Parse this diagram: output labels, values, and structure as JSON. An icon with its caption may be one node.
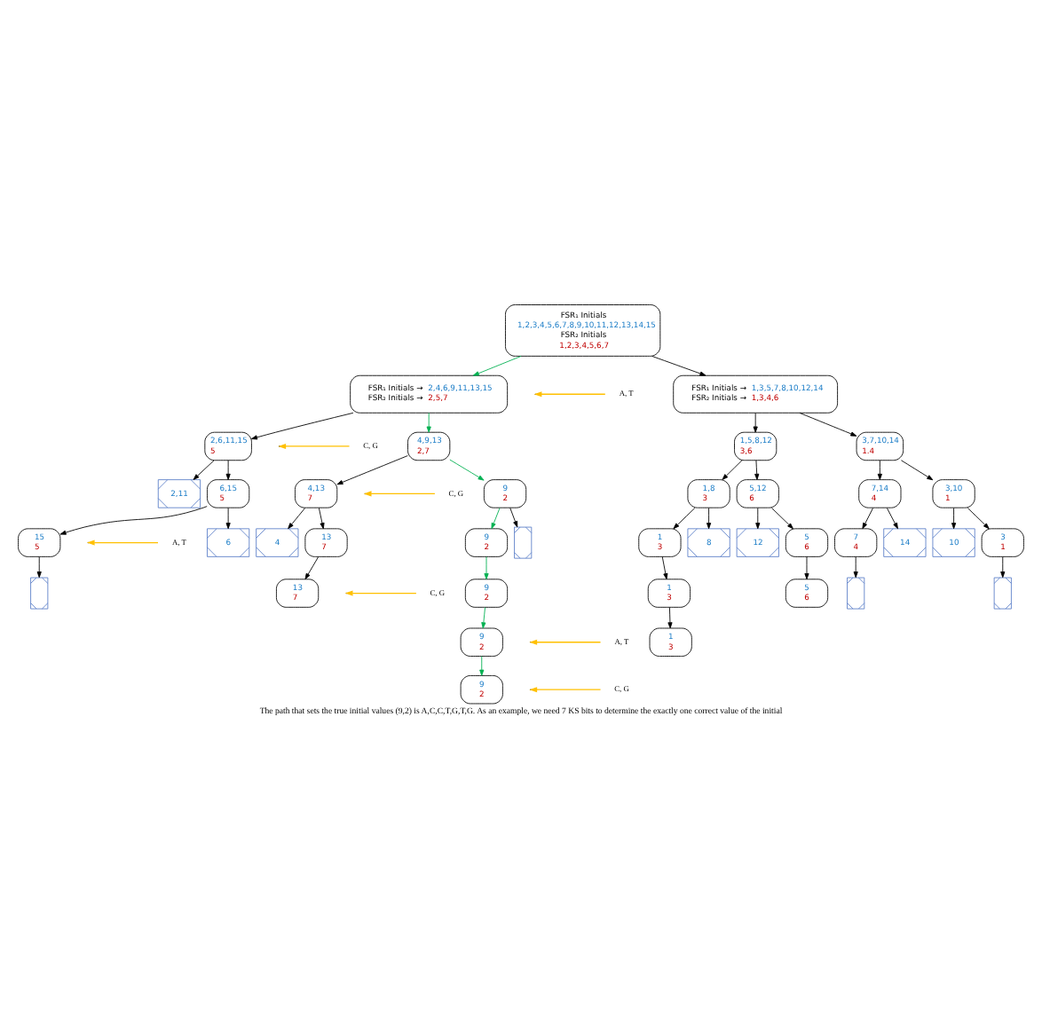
{
  "diagram": {
    "caption": "The path that sets the true initial values (9,2) is A,C,C,T,G,T,G. As an example, we need 7 KS bits to determine the exactly one correct value of the initial",
    "nodes": [
      {
        "text": [
          "FSR₁ Initials",
          "1,2,3,4,5,6,7,8,9,10,11,12,13,14,15",
          "FSR₂ Initials",
          "1,2,3,4,5,6,7"
        ]
      },
      {
        "text": [
          "FSR₁ Initials →",
          "2,4,6,9,11,13,15",
          "FSR₂ Initials →",
          "2,5,7"
        ]
      },
      {
        "text": [
          "FSR₁ Initials →",
          "1,3,5,7,8,10,12,14",
          "FSR₂ Initials →",
          "1,3,4,6"
        ]
      },
      {
        "text": [
          "2,6,11,15",
          "5"
        ]
      },
      {
        "text": [
          "4,9,13",
          "2,7"
        ]
      },
      {
        "text": [
          "1,5,8,12",
          "3,6"
        ]
      },
      {
        "text": [
          "3,7,10,14",
          "1.4"
        ]
      },
      {
        "text": [
          "2,11"
        ]
      },
      {
        "text": [
          "6,15",
          "5"
        ]
      },
      {
        "text": [
          "4,13",
          "7"
        ]
      },
      {
        "text": [
          "9",
          "2"
        ]
      },
      {
        "text": [
          "1,8",
          "3"
        ]
      },
      {
        "text": [
          "5,12",
          "6"
        ]
      },
      {
        "text": [
          "7,14",
          "4"
        ]
      },
      {
        "text": [
          "3,10",
          "1"
        ]
      },
      {
        "text": [
          "15",
          "5"
        ]
      },
      {
        "text": [
          "6"
        ]
      },
      {
        "text": [
          "4"
        ]
      },
      {
        "text": [
          "13",
          "7"
        ]
      },
      {
        "text": [
          "9",
          "2"
        ]
      },
      {
        "text": [],
        "shape": "box"
      },
      {
        "text": [
          "1",
          "3"
        ]
      },
      {
        "text": [
          "8"
        ]
      },
      {
        "text": [
          "12"
        ]
      },
      {
        "text": [
          "5",
          "6"
        ]
      },
      {
        "text": [
          "7",
          "4"
        ]
      },
      {
        "text": [
          "14"
        ]
      },
      {
        "text": [
          "10"
        ]
      },
      {
        "text": [
          "3",
          "1"
        ]
      },
      {
        "text": [],
        "shape": "box"
      },
      {
        "text": [
          "13",
          "7"
        ]
      },
      {
        "text": [
          "9",
          "2"
        ]
      },
      {
        "text": [
          "1",
          "3"
        ]
      },
      {
        "text": [
          "5",
          "6"
        ]
      },
      {
        "text": [],
        "shape": "box"
      },
      {
        "text": [],
        "shape": "box"
      },
      {
        "text": [
          "9",
          "2"
        ]
      },
      {
        "text": [
          "1",
          "3"
        ]
      },
      {
        "text": [
          "9",
          "2"
        ]
      },
      {
        "text": [
          "A, T"
        ]
      },
      {
        "text": [
          "C, G"
        ]
      },
      {
        "text": [
          "C, G"
        ]
      },
      {
        "text": [
          "A, T"
        ]
      },
      {
        "text": [
          "C, G"
        ]
      },
      {
        "text": [
          "A, T"
        ]
      },
      {
        "text": [
          "C, G"
        ]
      }
    ],
    "edges": [
      {
        "from": 0,
        "to": 1,
        "arrow": "to",
        "color": "#00b050"
      },
      {
        "from": 0,
        "to": 2,
        "arrow": "to"
      },
      {
        "from": 1,
        "to": 3,
        "arrow": "to"
      },
      {
        "from": 1,
        "to": 4,
        "arrow": "to",
        "color": "#00b050"
      },
      {
        "from": 2,
        "to": 5,
        "arrow": "to"
      },
      {
        "from": 2,
        "to": 6,
        "arrow": "to"
      },
      {
        "from": 3,
        "to": 7,
        "arrow": "to"
      },
      {
        "from": 3,
        "to": 8,
        "arrow": "to"
      },
      {
        "from": 4,
        "to": 9,
        "arrow": "to"
      },
      {
        "from": 4,
        "to": 10,
        "arrow": "to",
        "color": "#00b050"
      },
      {
        "from": 5,
        "to": 11,
        "arrow": "to"
      },
      {
        "from": 5,
        "to": 12,
        "arrow": "to"
      },
      {
        "from": 6,
        "to": 13,
        "arrow": "to"
      },
      {
        "from": 6,
        "to": 14,
        "arrow": "to"
      },
      {
        "from": 8,
        "to": 15,
        "arrow": "to"
      },
      {
        "from": 8,
        "to": 16,
        "arrow": "to"
      },
      {
        "from": 9,
        "to": 17,
        "arrow": "to"
      },
      {
        "from": 9,
        "to": 18,
        "arrow": "to"
      },
      {
        "from": 10,
        "to": 19,
        "arrow": "to",
        "color": "#00b050"
      },
      {
        "from": 10,
        "to": 20,
        "arrow": "to"
      },
      {
        "from": 11,
        "to": 21,
        "arrow": "to"
      },
      {
        "from": 11,
        "to": 22,
        "arrow": "to"
      },
      {
        "from": 12,
        "to": 23,
        "arrow": "to"
      },
      {
        "from": 12,
        "to": 24,
        "arrow": "to"
      },
      {
        "from": 13,
        "to": 25,
        "arrow": "to"
      },
      {
        "from": 13,
        "to": 26,
        "arrow": "to"
      },
      {
        "from": 14,
        "to": 27,
        "arrow": "to"
      },
      {
        "from": 14,
        "to": 28,
        "arrow": "to"
      },
      {
        "from": 15,
        "to": 29,
        "arrow": "to"
      },
      {
        "from": 18,
        "to": 30,
        "arrow": "to"
      },
      {
        "from": 19,
        "to": 31,
        "arrow": "to",
        "color": "#00b050"
      },
      {
        "from": 21,
        "to": 32,
        "arrow": "to"
      },
      {
        "from": 24,
        "to": 33,
        "arrow": "to"
      },
      {
        "from": 25,
        "to": 34,
        "arrow": "to"
      },
      {
        "from": 28,
        "to": 35,
        "arrow": "to"
      },
      {
        "from": 31,
        "to": 36,
        "arrow": "to",
        "color": "#00b050"
      },
      {
        "from": 32,
        "to": 37,
        "arrow": "to"
      },
      {
        "from": 36,
        "to": 38,
        "arrow": "to",
        "color": "#00b050"
      },
      {
        "from": 39,
        "to": null,
        "arrow": "to",
        "color": "#ffc000"
      },
      {
        "from": 40,
        "to": null,
        "arrow": "to",
        "color": "#ffc000"
      },
      {
        "from": 41,
        "to": null,
        "arrow": "to",
        "color": "#ffc000"
      },
      {
        "from": 42,
        "to": null,
        "arrow": "to",
        "color": "#ffc000"
      },
      {
        "from": 43,
        "to": null,
        "arrow": "to",
        "color": "#ffc000"
      },
      {
        "from": 44,
        "to": null,
        "arrow": "to",
        "color": "#ffc000"
      },
      {
        "from": 45,
        "to": null,
        "arrow": "to",
        "color": "#ffc000"
      }
    ]
  }
}
